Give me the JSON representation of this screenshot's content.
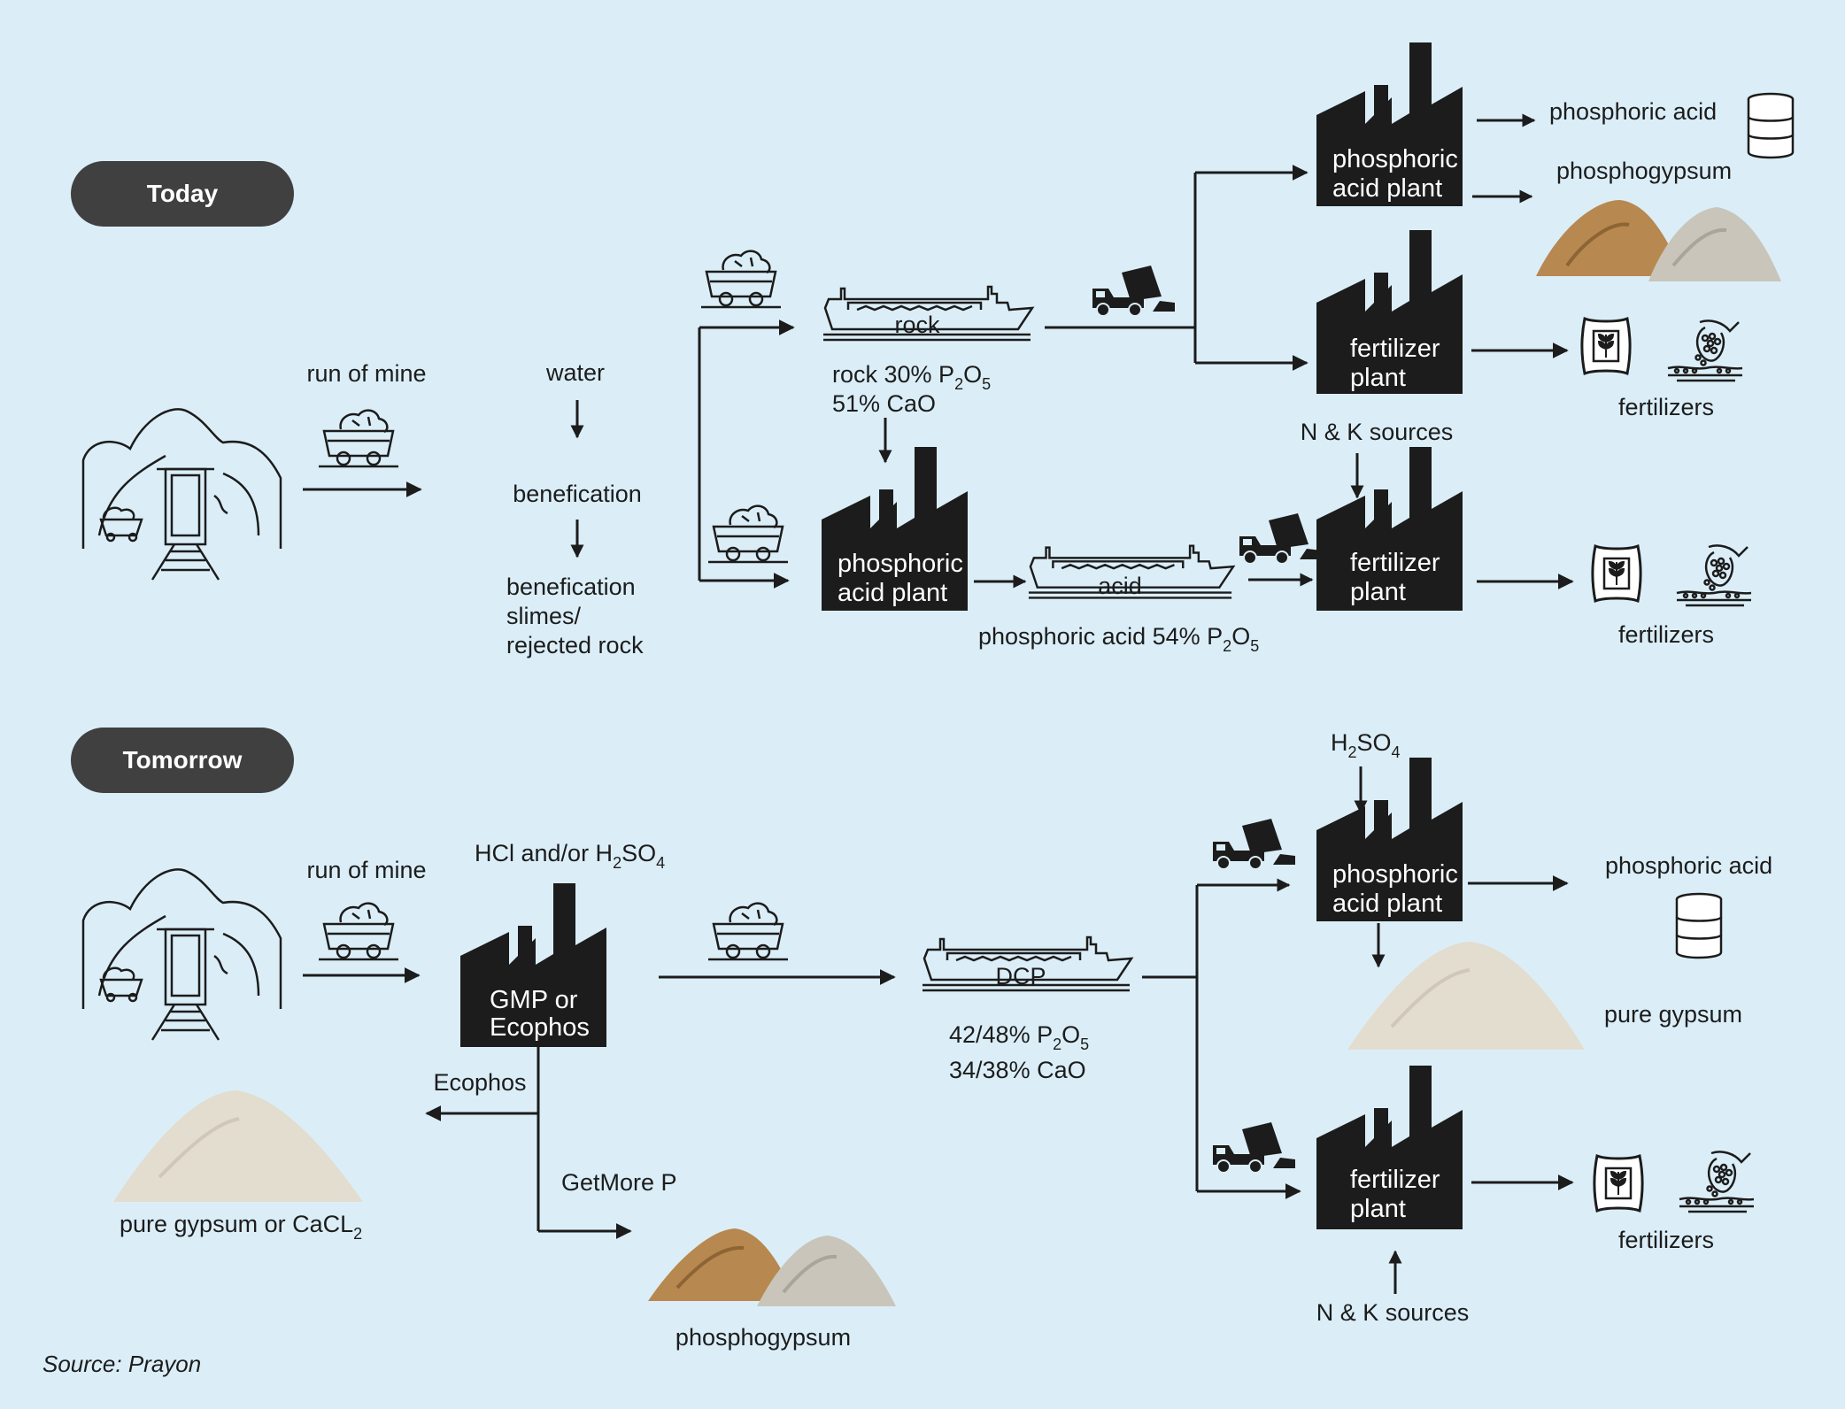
{
  "colors": {
    "background": "#dbeef8",
    "ink": "#1c1c1c",
    "pill": "#404040",
    "plant_text": "#ffffff",
    "phosphogypsum_brown": "#b7884f",
    "phosphogypsum_grey": "#c9c5bb",
    "pure_gypsum": "#e3ddd0"
  },
  "today": {
    "label": "Today",
    "run_of_mine": "run of mine",
    "water": "water",
    "benefication": "benefication",
    "rejected": [
      "benefication",
      "slimes/",
      "rejected rock"
    ],
    "ship_rock": "rock",
    "rock_spec": {
      "line1_pre": "rock 30% P",
      "p_sub": "2",
      "o": "O",
      "o_sub": "5",
      "line2": "51% CaO"
    },
    "plant_acid_top": [
      "phosphoric",
      "acid plant"
    ],
    "plant_acid_mid": [
      "phosphoric",
      "acid plant"
    ],
    "plant_fert_top": [
      "fertilizer",
      "plant"
    ],
    "plant_fert_mid": [
      "fertilizer",
      "plant"
    ],
    "phosphoric_acid": "phosphoric acid",
    "phosphogypsum": "phosphogypsum",
    "fertilizers_1": "fertilizers",
    "fertilizers_2": "fertilizers",
    "nk_sources": "N & K sources",
    "ship_acid": "acid",
    "acid_spec": {
      "pre": "phosphoric acid 54% P",
      "p_sub": "2",
      "o": "O",
      "o_sub": "5"
    }
  },
  "tomorrow": {
    "label": "Tomorrow",
    "run_of_mine": "run of mine",
    "hcl": {
      "pre": "HCl and/or H",
      "h_sub": "2",
      "so": "SO",
      "so_sub": "4"
    },
    "plant_gmp": [
      "GMP or",
      "Ecophos"
    ],
    "ecophos": "Ecophos",
    "getmore": "GetMore P",
    "pure_gypsum_cacl": {
      "pre": "pure gypsum or CaCL",
      "sub": "2"
    },
    "phosphogypsum": "phosphogypsum",
    "ship_dcp": "DCP",
    "dcp_spec": {
      "line1_pre": "42/48% P",
      "p_sub": "2",
      "o": "O",
      "o_sub": "5",
      "line2": "34/38% CaO"
    },
    "h2so4": {
      "h": "H",
      "h_sub": "2",
      "so": "SO",
      "so_sub": "4"
    },
    "plant_acid": [
      "phosphoric",
      "acid plant"
    ],
    "plant_fert": [
      "fertilizer",
      "plant"
    ],
    "phosphoric_acid": "phosphoric acid",
    "pure_gypsum": "pure gypsum",
    "fertilizers": "fertilizers",
    "nk_sources": "N & K sources"
  },
  "source": "Source: Prayon"
}
